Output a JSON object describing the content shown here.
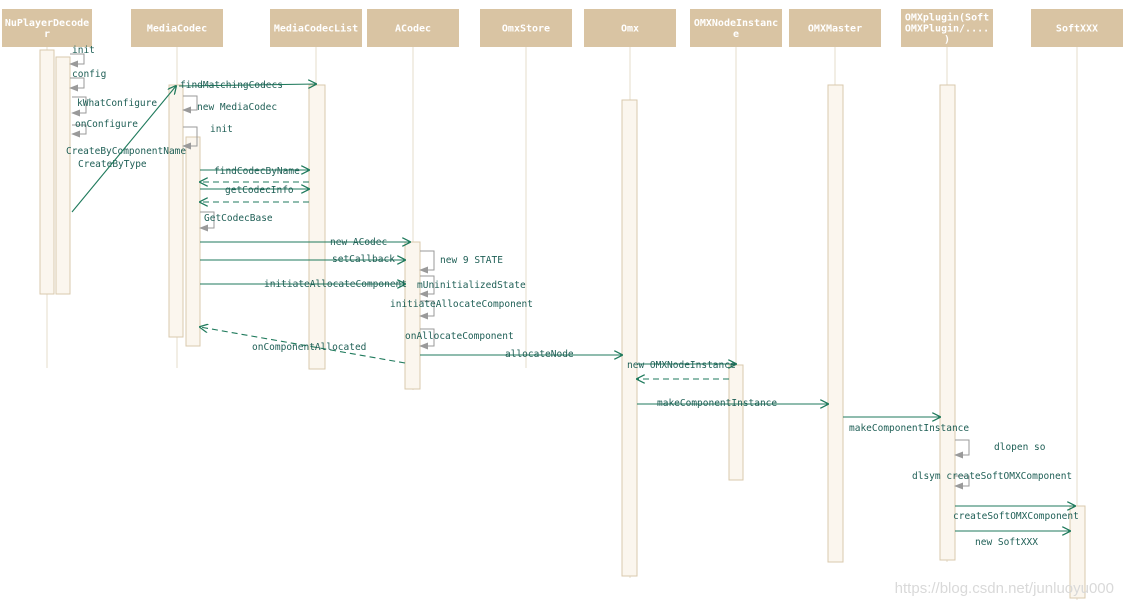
{
  "colors": {
    "header_fill": "#d9c4a3",
    "header_text": "#ffffff",
    "lifeline": "#e6dccb",
    "activation_fill": "#fbf6ee",
    "activation_stroke": "#d9c9ad",
    "message": "#1f7a5c",
    "self_message": "#9a9a9a",
    "text": "#1f5f56",
    "watermark": "#d9d9d9"
  },
  "participants": [
    {
      "id": "nuplayer",
      "lines": [
        "NuPlayerDecode",
        "r"
      ]
    },
    {
      "id": "mediacodec",
      "lines": [
        "MediaCodec"
      ]
    },
    {
      "id": "mediacodeclist",
      "lines": [
        "MediaCodecList"
      ]
    },
    {
      "id": "acodec",
      "lines": [
        "ACodec"
      ]
    },
    {
      "id": "omxstore",
      "lines": [
        "OmxStore"
      ]
    },
    {
      "id": "omx",
      "lines": [
        "Omx"
      ]
    },
    {
      "id": "omxnodeinstance",
      "lines": [
        "OMXNodeInstanc",
        "e"
      ]
    },
    {
      "id": "omxmaster",
      "lines": [
        "OMXMaster"
      ]
    },
    {
      "id": "omxplugin",
      "lines": [
        "OMXplugin(Soft",
        "OMXPlugin/....",
        ")"
      ]
    },
    {
      "id": "softxxx",
      "lines": [
        "SoftXXX"
      ]
    }
  ],
  "messages": [
    {
      "id": "init-1",
      "label": "init"
    },
    {
      "id": "config",
      "label": "config"
    },
    {
      "id": "kwhatconfigure",
      "label": "kWhatConfigure"
    },
    {
      "id": "onconfigure",
      "label": "onConfigure"
    },
    {
      "id": "createbycomponentname",
      "label": "CreateByComponentName"
    },
    {
      "id": "createbytype",
      "label": "CreateByType"
    },
    {
      "id": "findmatchingcodecs",
      "label": "findMatchingCodecs"
    },
    {
      "id": "new-mediacodec",
      "label": "new MediaCodec"
    },
    {
      "id": "init-2",
      "label": "init"
    },
    {
      "id": "findcodecbyname",
      "label": "findCodecByName"
    },
    {
      "id": "getcodecinfo",
      "label": "getCodecInfo"
    },
    {
      "id": "getcodecbase",
      "label": "GetCodecBase"
    },
    {
      "id": "new-acodec",
      "label": "new ACodec"
    },
    {
      "id": "setcallback",
      "label": "setCallback"
    },
    {
      "id": "new-9-state",
      "label": "new 9 STATE"
    },
    {
      "id": "initiateallocatecomponent-1",
      "label": "initiateAllocateComponent"
    },
    {
      "id": "muninitializedstate",
      "label": "mUninitializedState"
    },
    {
      "id": "initiateallocatecomponent-2",
      "label": "initiateAllocateComponent"
    },
    {
      "id": "onallocatecomponent",
      "label": "onAllocateComponent"
    },
    {
      "id": "oncomponentallocated",
      "label": "onComponentAllocated"
    },
    {
      "id": "allocatenode",
      "label": "allocateNode"
    },
    {
      "id": "new-omxnodeinstance",
      "label": "new OMXNodeInstance"
    },
    {
      "id": "makecomponentinstance-1",
      "label": "makeComponentInstance"
    },
    {
      "id": "makecomponentinstance-2",
      "label": "makeComponentInstance"
    },
    {
      "id": "dlopen-so",
      "label": "dlopen so"
    },
    {
      "id": "dlsym-createsoftomxcomponent",
      "label": "dlsym createSoftOMXComponent"
    },
    {
      "id": "createsoftomxcomponent",
      "label": "createSoftOMXComponent"
    },
    {
      "id": "new-softxxx",
      "label": "new SoftXXX"
    }
  ],
  "watermark": "https://blog.csdn.net/junluoyu000"
}
